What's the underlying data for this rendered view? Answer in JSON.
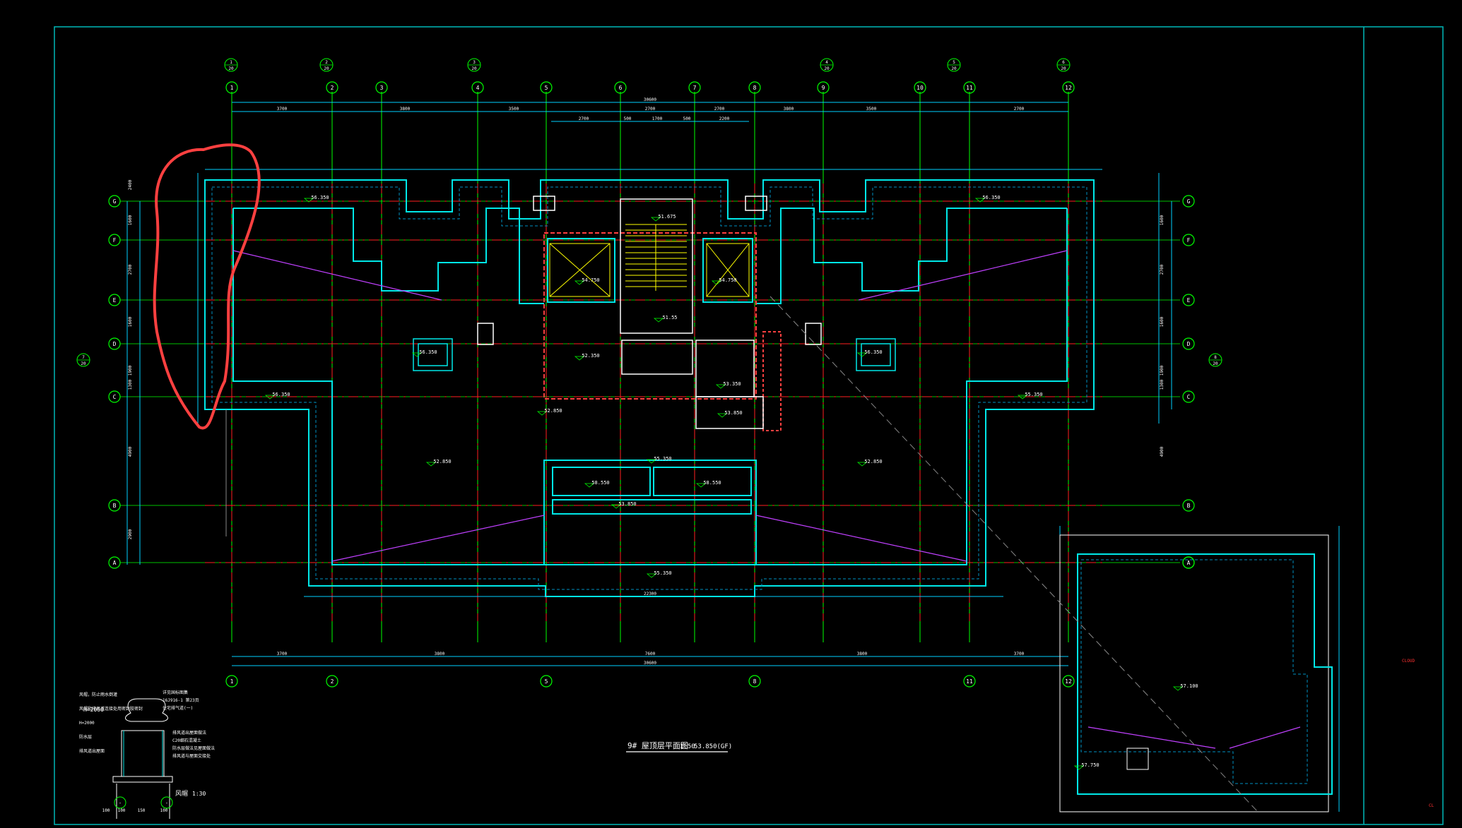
{
  "drawing": {
    "axis_columns": [
      "1",
      "2",
      "3",
      "4",
      "5",
      "6",
      "7",
      "8",
      "9",
      "10",
      "11",
      "12"
    ],
    "axis_columns_bottom": [
      "1",
      "2",
      "5",
      "8",
      "11",
      "12"
    ],
    "axis_rows": [
      "G",
      "F",
      "E",
      "D",
      "C",
      "B",
      "A"
    ],
    "axis_row_right_extra": "A",
    "top_dims_overall": "30600",
    "top_dims": [
      "3700",
      "3800",
      "3500",
      "2700",
      "2700",
      "3800",
      "3500",
      "2700"
    ],
    "top_dims_inner": [
      "2700",
      "500",
      "1700",
      "500",
      "2200"
    ],
    "bottom_dims": [
      "3700",
      "3800",
      "7600",
      "3800",
      "3700"
    ],
    "bottom_dims_overall": "30600",
    "bottom_dim_inner": "22300",
    "left_dims": [
      "2400",
      "1600",
      "2700",
      "1600",
      "1900",
      "1300",
      "4900",
      "2900"
    ],
    "right_dims": [
      "1600",
      "2700",
      "1600",
      "1900",
      "1300",
      "4900"
    ],
    "elevations": {
      "room_left_top": "56.350",
      "room_right_top": "56.350",
      "left_corner_c": "56.350",
      "right_corner_c": "55.350",
      "left_small_box": "56.350",
      "right_small_box": "56.350",
      "stair_top": "51.675",
      "stair_mid": "51.55",
      "elev_left": "54.750",
      "elev_right": "54.750",
      "core_left": "52.350",
      "core_right": "53.350",
      "core_lower_left": "52.850",
      "core_lower_right": "53.850",
      "lower_band": "55.350",
      "lower_left_box": "58.550",
      "lower_right_box": "58.550",
      "lower_mid": "53.850",
      "bottom_mid": "55.350",
      "left_field": "52.850",
      "right_field": "52.850",
      "annex": "57.100",
      "annex_corner": "57.750"
    },
    "title_main": "9# 屋顶层平面图",
    "title_scale": "1:50",
    "title_elev": "53.850(GF)",
    "detail_title": "风帽",
    "detail_scale": "1:30",
    "detail_h": "H=2000",
    "detail_notes": [
      "风帽，防止雨水倒灌",
      "风帽和排风道连接处用密封胶密封",
      "H=2000",
      "防水层",
      "排风道出屋面"
    ],
    "detail_right_notes": [
      "详见国标图集",
      "16J916-1 第23页",
      "住宅排气道(一)"
    ],
    "detail_right_notes2": [
      "排风道出屋面做法",
      "C20细石混凝土",
      "防水层做法见屋面做法",
      "排风道与屋面交接处"
    ],
    "detail_dims": [
      "100",
      "100",
      "150",
      "100"
    ],
    "detail_axes": [
      "-",
      "-"
    ],
    "callouts": [
      {
        "num": "1",
        "ref": "20"
      },
      {
        "num": "2",
        "ref": "20"
      },
      {
        "num": "3",
        "ref": "20"
      },
      {
        "num": "4",
        "ref": "20"
      },
      {
        "num": "5",
        "ref": "20"
      },
      {
        "num": "6",
        "ref": "20"
      },
      {
        "num": "7",
        "ref": "20"
      },
      {
        "num": "8",
        "ref": "20"
      }
    ],
    "red_mark_right": "CLOUD",
    "red_mark_corner": "CL"
  }
}
